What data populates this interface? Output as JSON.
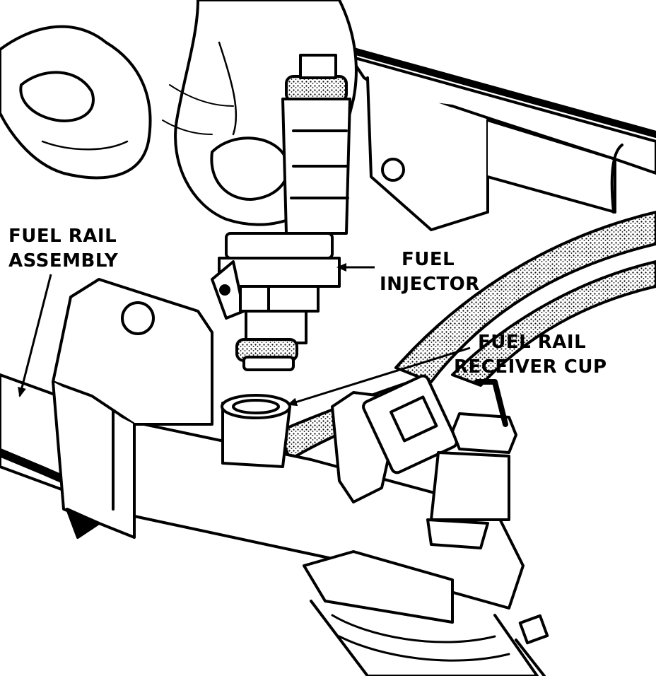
{
  "labels": {
    "fuel_rail_assembly": {
      "line1": "FUEL RAIL",
      "line2": "ASSEMBLY"
    },
    "fuel_injector": {
      "line1": "FUEL",
      "line2": "INJECTOR"
    },
    "fuel_rail_receiver_cup": {
      "line1": "FUEL RAIL",
      "line2": "RECEIVER CUP"
    }
  },
  "colors": {
    "ink": "#000000",
    "paper": "#ffffff",
    "stipple": "#8a8a8a"
  }
}
